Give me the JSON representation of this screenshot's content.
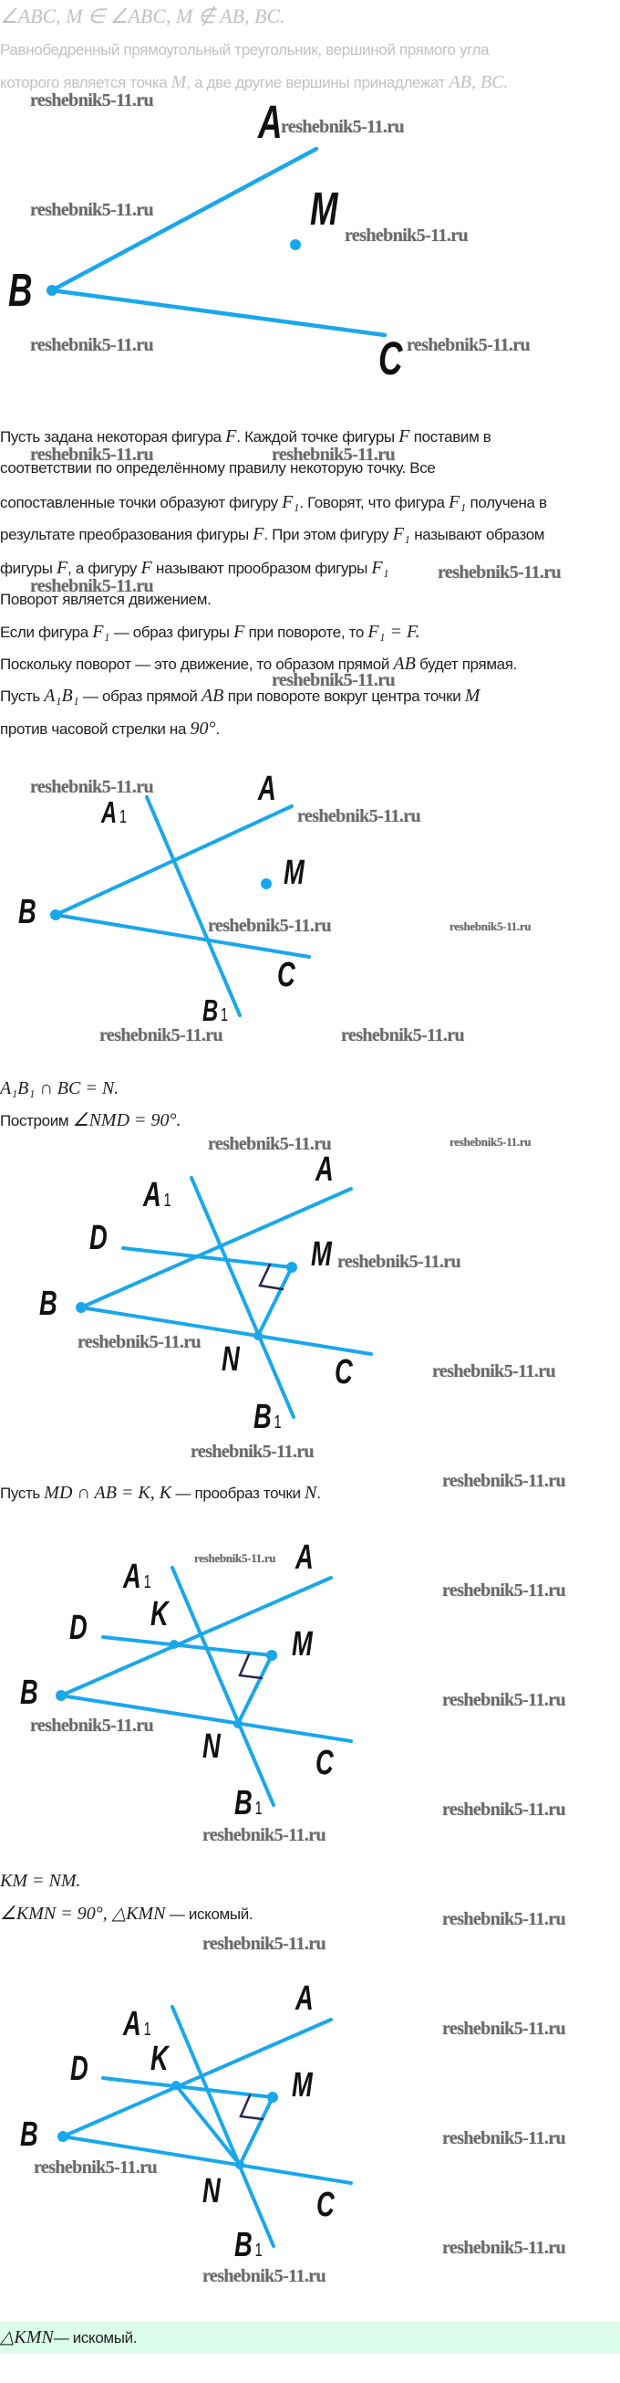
{
  "header": {
    "line1": [
      {
        "t": "∠ABC, M ∈ ∠ABC, M ∉ AB, BC.",
        "m": true
      }
    ],
    "line2": [
      {
        "t": "Равнобедренный прямоугольный треугольник, вершиной прямого угла"
      }
    ],
    "line3": [
      {
        "t": "которого является точка "
      },
      {
        "t": "M",
        "m": true
      },
      {
        "t": ", а две другие вершины принадлежат "
      },
      {
        "t": "AB, BC.",
        "m": true
      }
    ]
  },
  "body": {
    "p1": [
      {
        "t": "Пусть задана некоторая фигура "
      },
      {
        "t": "F",
        "m": true
      },
      {
        "t": ". Каждой точке фигуры "
      },
      {
        "t": "F",
        "m": true
      },
      {
        "t": " поставим в"
      }
    ],
    "p2": [
      {
        "t": "соответствии по определённому правилу некоторую точку. Все"
      }
    ],
    "p3": [
      {
        "t": "сопоставленные точки образуют фигуру "
      },
      {
        "t": "F₁",
        "m": true
      },
      {
        "t": ". Говорят, что фигура "
      },
      {
        "t": "F₁",
        "m": true
      },
      {
        "t": " получена в"
      }
    ],
    "p4": [
      {
        "t": "результате преобразования фигуры "
      },
      {
        "t": "F",
        "m": true
      },
      {
        "t": ". При этом фигуру "
      },
      {
        "t": "F₁",
        "m": true
      },
      {
        "t": " называют образом"
      }
    ],
    "p5": [
      {
        "t": "фигуры "
      },
      {
        "t": "F",
        "m": true
      },
      {
        "t": ", а фигуру "
      },
      {
        "t": "F",
        "m": true
      },
      {
        "t": " называют прообразом фигуры "
      },
      {
        "t": "F₁",
        "m": true
      }
    ],
    "p6": [
      {
        "t": "Поворот является движением."
      }
    ],
    "p7": [
      {
        "t": "Если фигура "
      },
      {
        "t": "F₁",
        "m": true
      },
      {
        "t": " — образ фигуры "
      },
      {
        "t": "F",
        "m": true
      },
      {
        "t": " при повороте, то "
      },
      {
        "t": "F₁ = F.",
        "m": true
      }
    ],
    "p8": [
      {
        "t": "Поскольку поворот — это движение, то образом прямой "
      },
      {
        "t": "AB",
        "m": true
      },
      {
        "t": " будет прямая."
      }
    ],
    "p9": [
      {
        "t": "Пусть "
      },
      {
        "t": "A₁B₁",
        "m": true
      },
      {
        "t": " — образ прямой "
      },
      {
        "t": "AB",
        "m": true
      },
      {
        "t": " при повороте вокруг центра точки "
      },
      {
        "t": "M",
        "m": true
      }
    ],
    "p10": [
      {
        "t": "против часовой стрелки на "
      },
      {
        "t": "90°",
        "m": true
      },
      {
        "t": "."
      }
    ],
    "p11": [
      {
        "t": "A₁B₁ ∩ BC = N.",
        "m": true
      }
    ],
    "p12": [
      {
        "t": "Построим "
      },
      {
        "t": "∠NMD = 90°.",
        "m": true
      }
    ],
    "p13": [
      {
        "t": "Пусть "
      },
      {
        "t": "MD ∩ AB = K, K",
        "m": true
      },
      {
        "t": " — прообраз точки "
      },
      {
        "t": "N",
        "m": true
      },
      {
        "t": "."
      }
    ],
    "p14": [
      {
        "t": "KM = NM.",
        "m": true
      }
    ],
    "p15": [
      {
        "t": "∠KMN = 90°,  △KMN",
        "m": true
      },
      {
        "t": " — искомый."
      }
    ]
  },
  "answer": [
    {
      "t": "△KMN",
      "m": true
    },
    {
      "t": "— искомый."
    }
  ],
  "watermark": "reshebnik5-11.ru",
  "labels": {
    "A": "A",
    "B": "B",
    "C": "C",
    "M": "M",
    "N": "N",
    "D": "D",
    "K": "K",
    "sub": "1"
  },
  "colors": {
    "line": "#19a7ec",
    "right_angle": "#2a2550",
    "answer_bg": "#ddfdec"
  }
}
